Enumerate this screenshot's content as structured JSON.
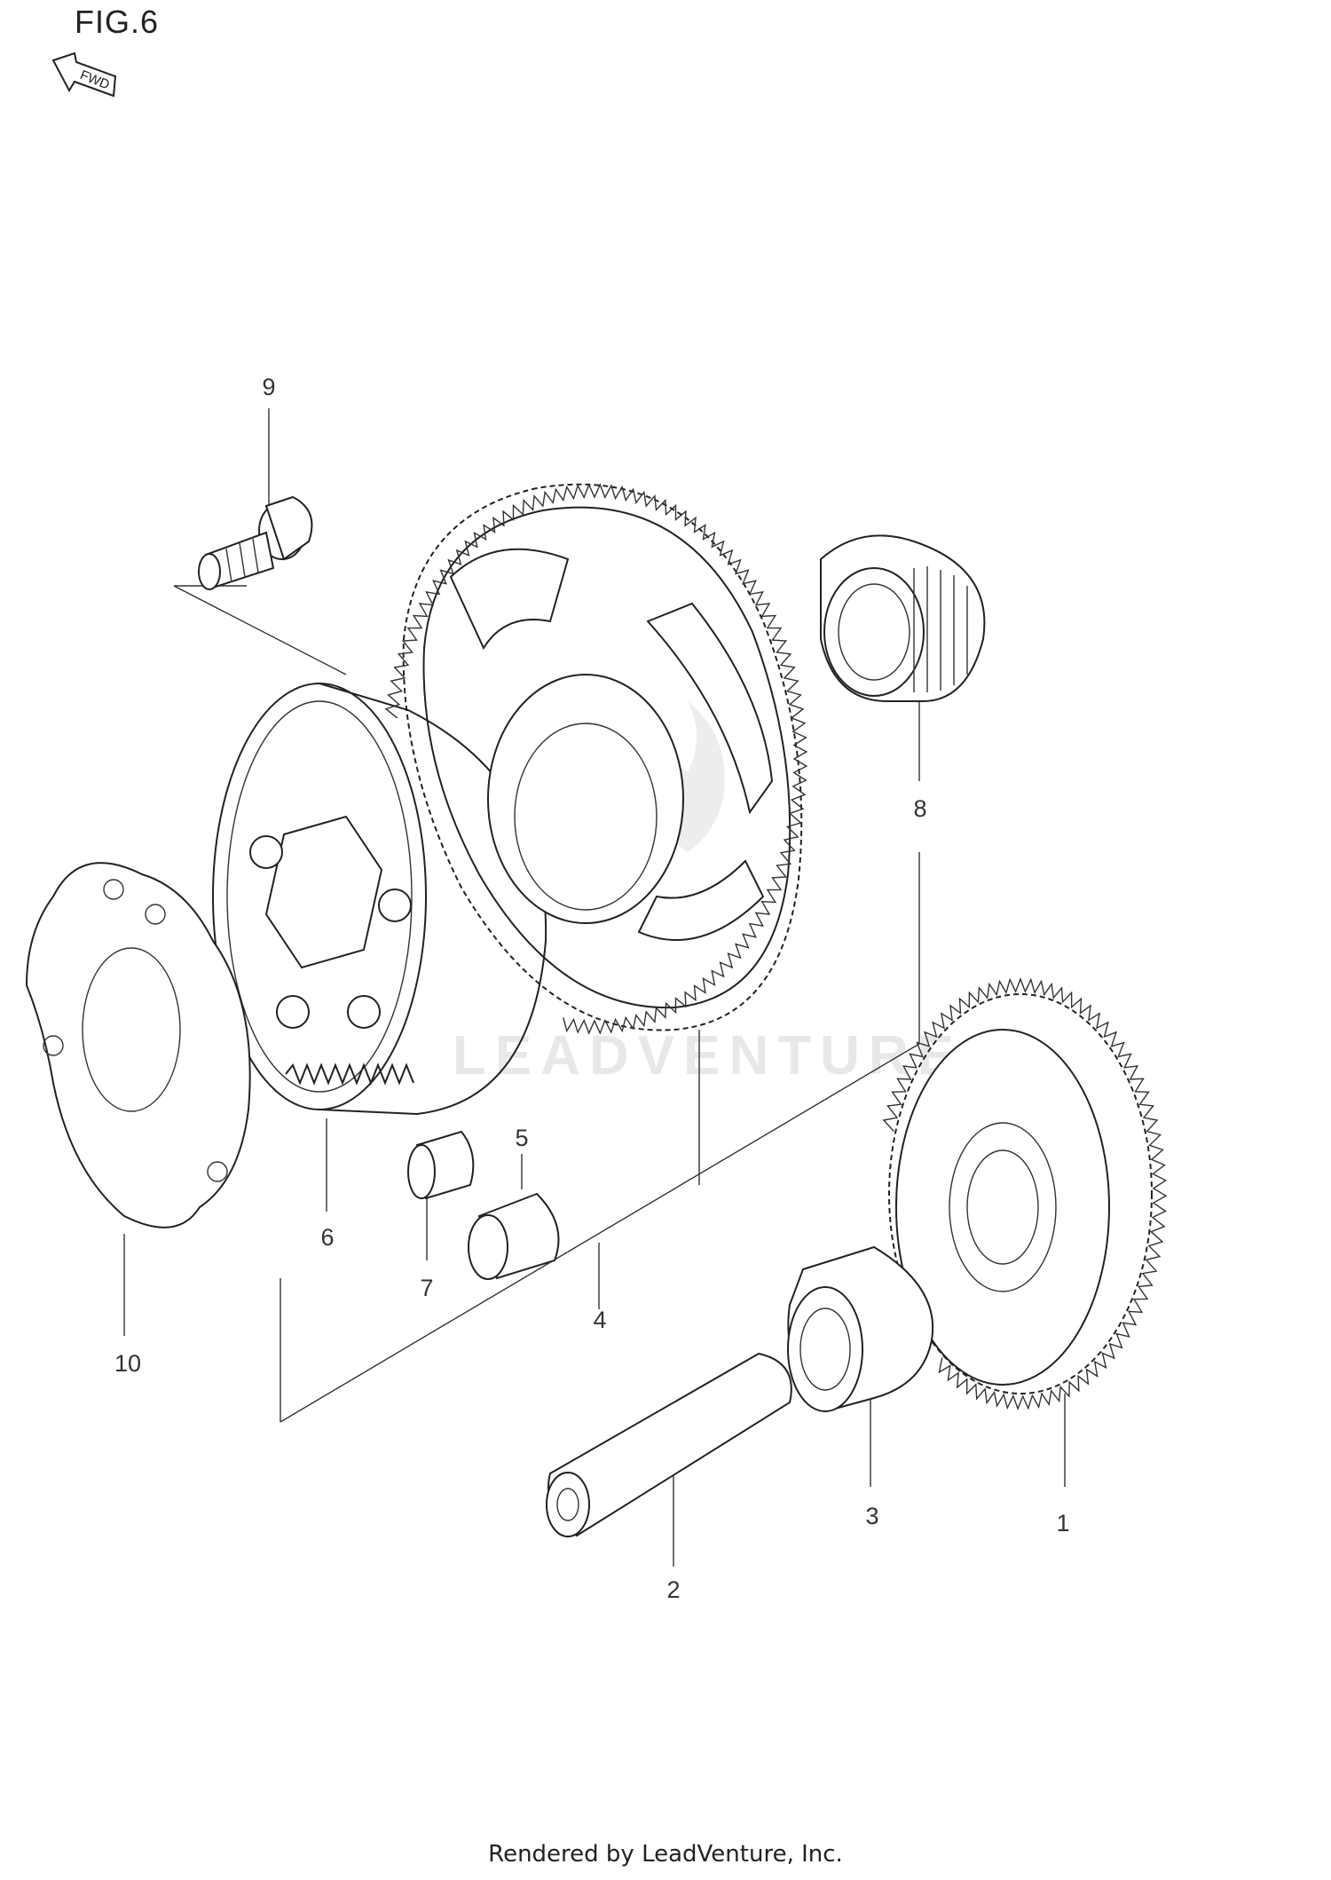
{
  "figure_title": "FIG.6",
  "direction_marker": {
    "label": "FWD",
    "icon": "fwd-arrow-icon"
  },
  "watermark": "LEADVENTURE",
  "footer_text": "Rendered by LeadVenture, Inc.",
  "callouts": [
    "1",
    "2",
    "3",
    "4",
    "5",
    "6",
    "7",
    "8",
    "9",
    "10"
  ]
}
